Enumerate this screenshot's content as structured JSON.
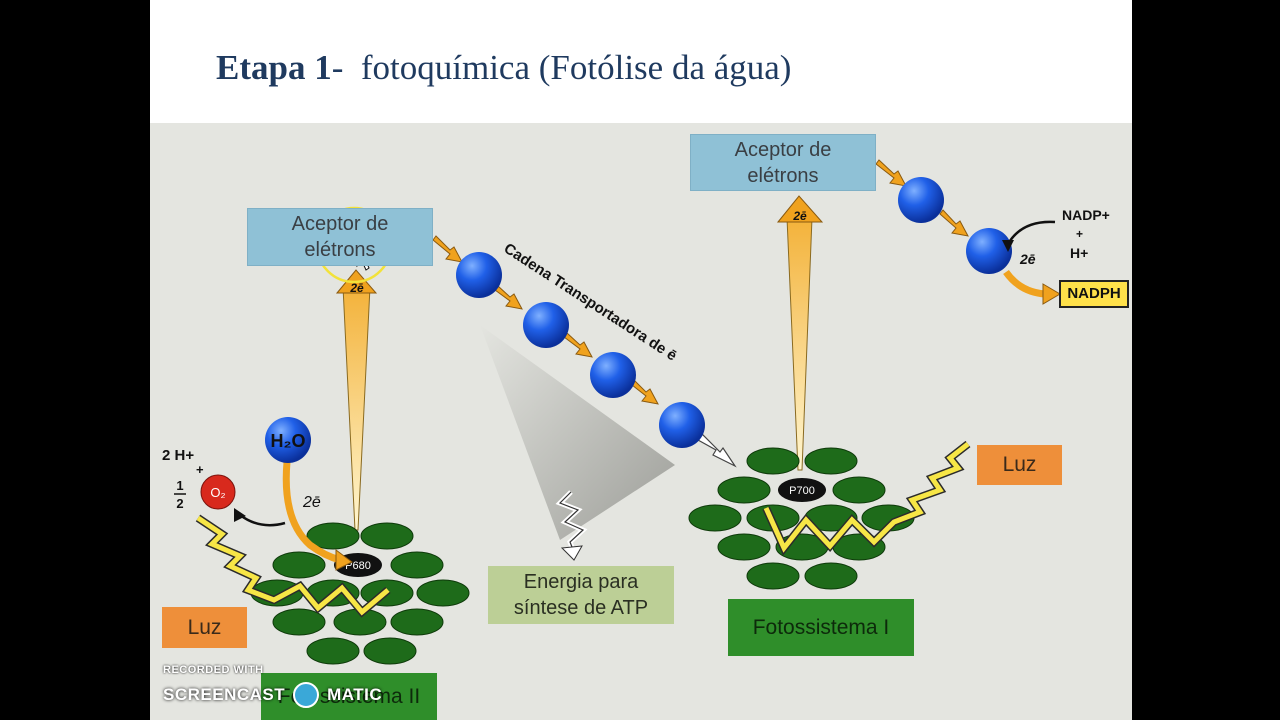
{
  "title": {
    "bold": "Etapa 1",
    "dash": "-",
    "rest": "fotoquímica (Fotólise da água)"
  },
  "acceptor_left": {
    "line1": "Aceptor de",
    "line2": "elétrons"
  },
  "acceptor_right": {
    "line1": "Aceptor de",
    "line2": "elétrons"
  },
  "chain_label": "Cadena Transportadora de ē",
  "energy_box": {
    "line1": "Energia para",
    "line2": "síntese de ATP"
  },
  "luz_left": "Luz",
  "luz_right": "Luz",
  "photosystem_1": "Fotossistema I",
  "photosystem_2": "Fotossistema II",
  "p680": "P680",
  "p700": "P700",
  "water": "H₂O",
  "oxygen": "O₂",
  "two_h_plus": "2 H+",
  "plus_sign": "+",
  "half": {
    "num": "1",
    "den": "2"
  },
  "two_e": "2ē",
  "nadp": {
    "nadp": "NADP+",
    "plus": "+",
    "h": "H+"
  },
  "nadph": "NADPH",
  "watermark": {
    "recorded": "RECORDED WITH",
    "left": "SCREENCAST",
    "right": "MATIC"
  },
  "colors": {
    "title": "#1f3a5f",
    "acceptor": "#8fc1d6",
    "luz": "#ee8f3a",
    "photosystem": "#2f8e2a",
    "carrier": "#1f5fe0",
    "arrow": "#f0a21e"
  }
}
